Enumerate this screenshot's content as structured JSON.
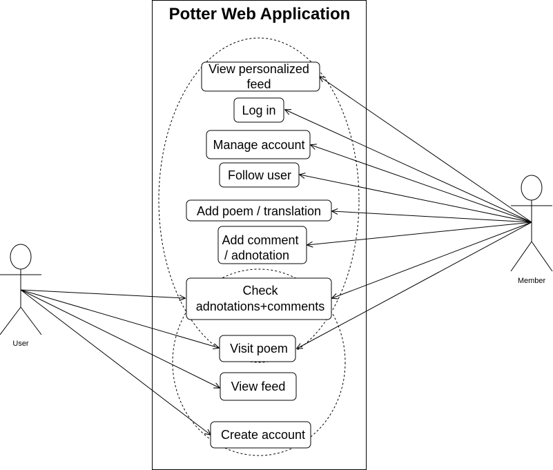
{
  "system": {
    "title": "Potter Web Application"
  },
  "actors": {
    "user": {
      "label": "User"
    },
    "member": {
      "label": "Member"
    }
  },
  "use_cases": {
    "view_personalized_feed": {
      "line1": "View personalized",
      "line2": "feed"
    },
    "log_in": {
      "label": "Log in"
    },
    "manage_account": {
      "label": "Manage account"
    },
    "follow_user": {
      "label": "Follow user"
    },
    "add_poem": {
      "label": "Add poem / translation"
    },
    "add_comment": {
      "line1": "Add comment",
      "line2": "/ adnotation"
    },
    "check_adnotations": {
      "line1": "Check",
      "line2": "adnotations+comments"
    },
    "visit_poem": {
      "label": "Visit poem"
    },
    "view_feed": {
      "label": "View feed"
    },
    "create_account": {
      "label": "Create account"
    }
  },
  "associations": {
    "user": [
      "check_adnotations",
      "visit_poem",
      "view_feed",
      "create_account"
    ],
    "member": [
      "view_personalized_feed",
      "log_in",
      "manage_account",
      "follow_user",
      "add_poem",
      "add_comment",
      "check_adnotations",
      "visit_poem"
    ]
  }
}
